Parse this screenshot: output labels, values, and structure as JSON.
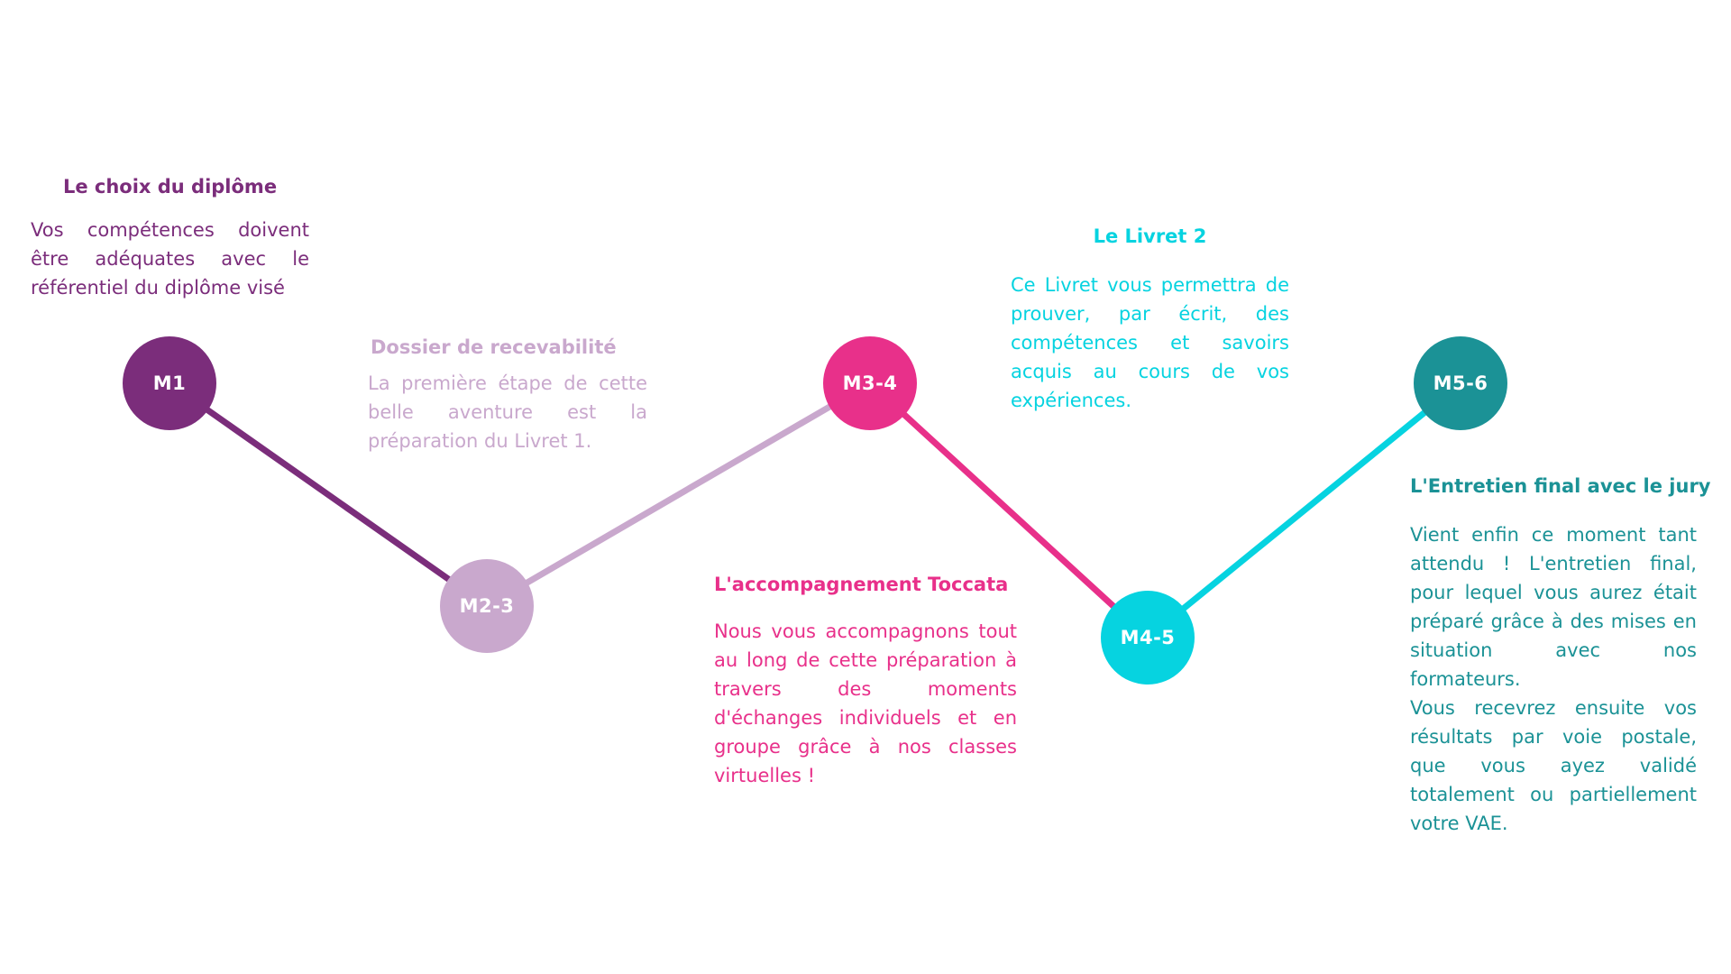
{
  "colors": {
    "purple": "#7b2d7b",
    "lilac": "#c9a8cd",
    "pink": "#e8308a",
    "cyan": "#06d3e0",
    "teal": "#1b9296"
  },
  "steps": [
    {
      "id": "m1",
      "badge": "M1",
      "title": "Le choix du diplôme",
      "paragraphs": [
        "Vos compétences doivent être adéquates avec le référentiel du diplôme visé"
      ]
    },
    {
      "id": "m2-3",
      "badge": "M2-3",
      "title": "Dossier de recevabilité",
      "paragraphs": [
        "La première étape de cette belle aventure est la préparation du Livret 1."
      ]
    },
    {
      "id": "m3-4",
      "badge": "M3-4",
      "title": "L'accompagnement Toccata",
      "paragraphs": [
        "Nous vous accompagnons tout au long de cette préparation à travers des moments d'échanges individuels et en groupe grâce à nos classes virtuelles !"
      ]
    },
    {
      "id": "m4-5",
      "badge": "M4-5",
      "title": "Le Livret 2",
      "paragraphs": [
        "Ce Livret vous permettra de prouver, par écrit, des compétences et savoirs acquis au cours de vos expériences."
      ]
    },
    {
      "id": "m5-6",
      "badge": "M5-6",
      "title": "L'Entretien final avec le jury",
      "paragraphs": [
        "Vient enfin ce moment tant attendu ! L'entretien final, pour lequel vous aurez était préparé grâce à des mises en situation avec nos formateurs.",
        "Vous recevrez ensuite vos résultats par voie postale, que vous ayez validé totalement ou partiellement votre VAE."
      ]
    }
  ]
}
